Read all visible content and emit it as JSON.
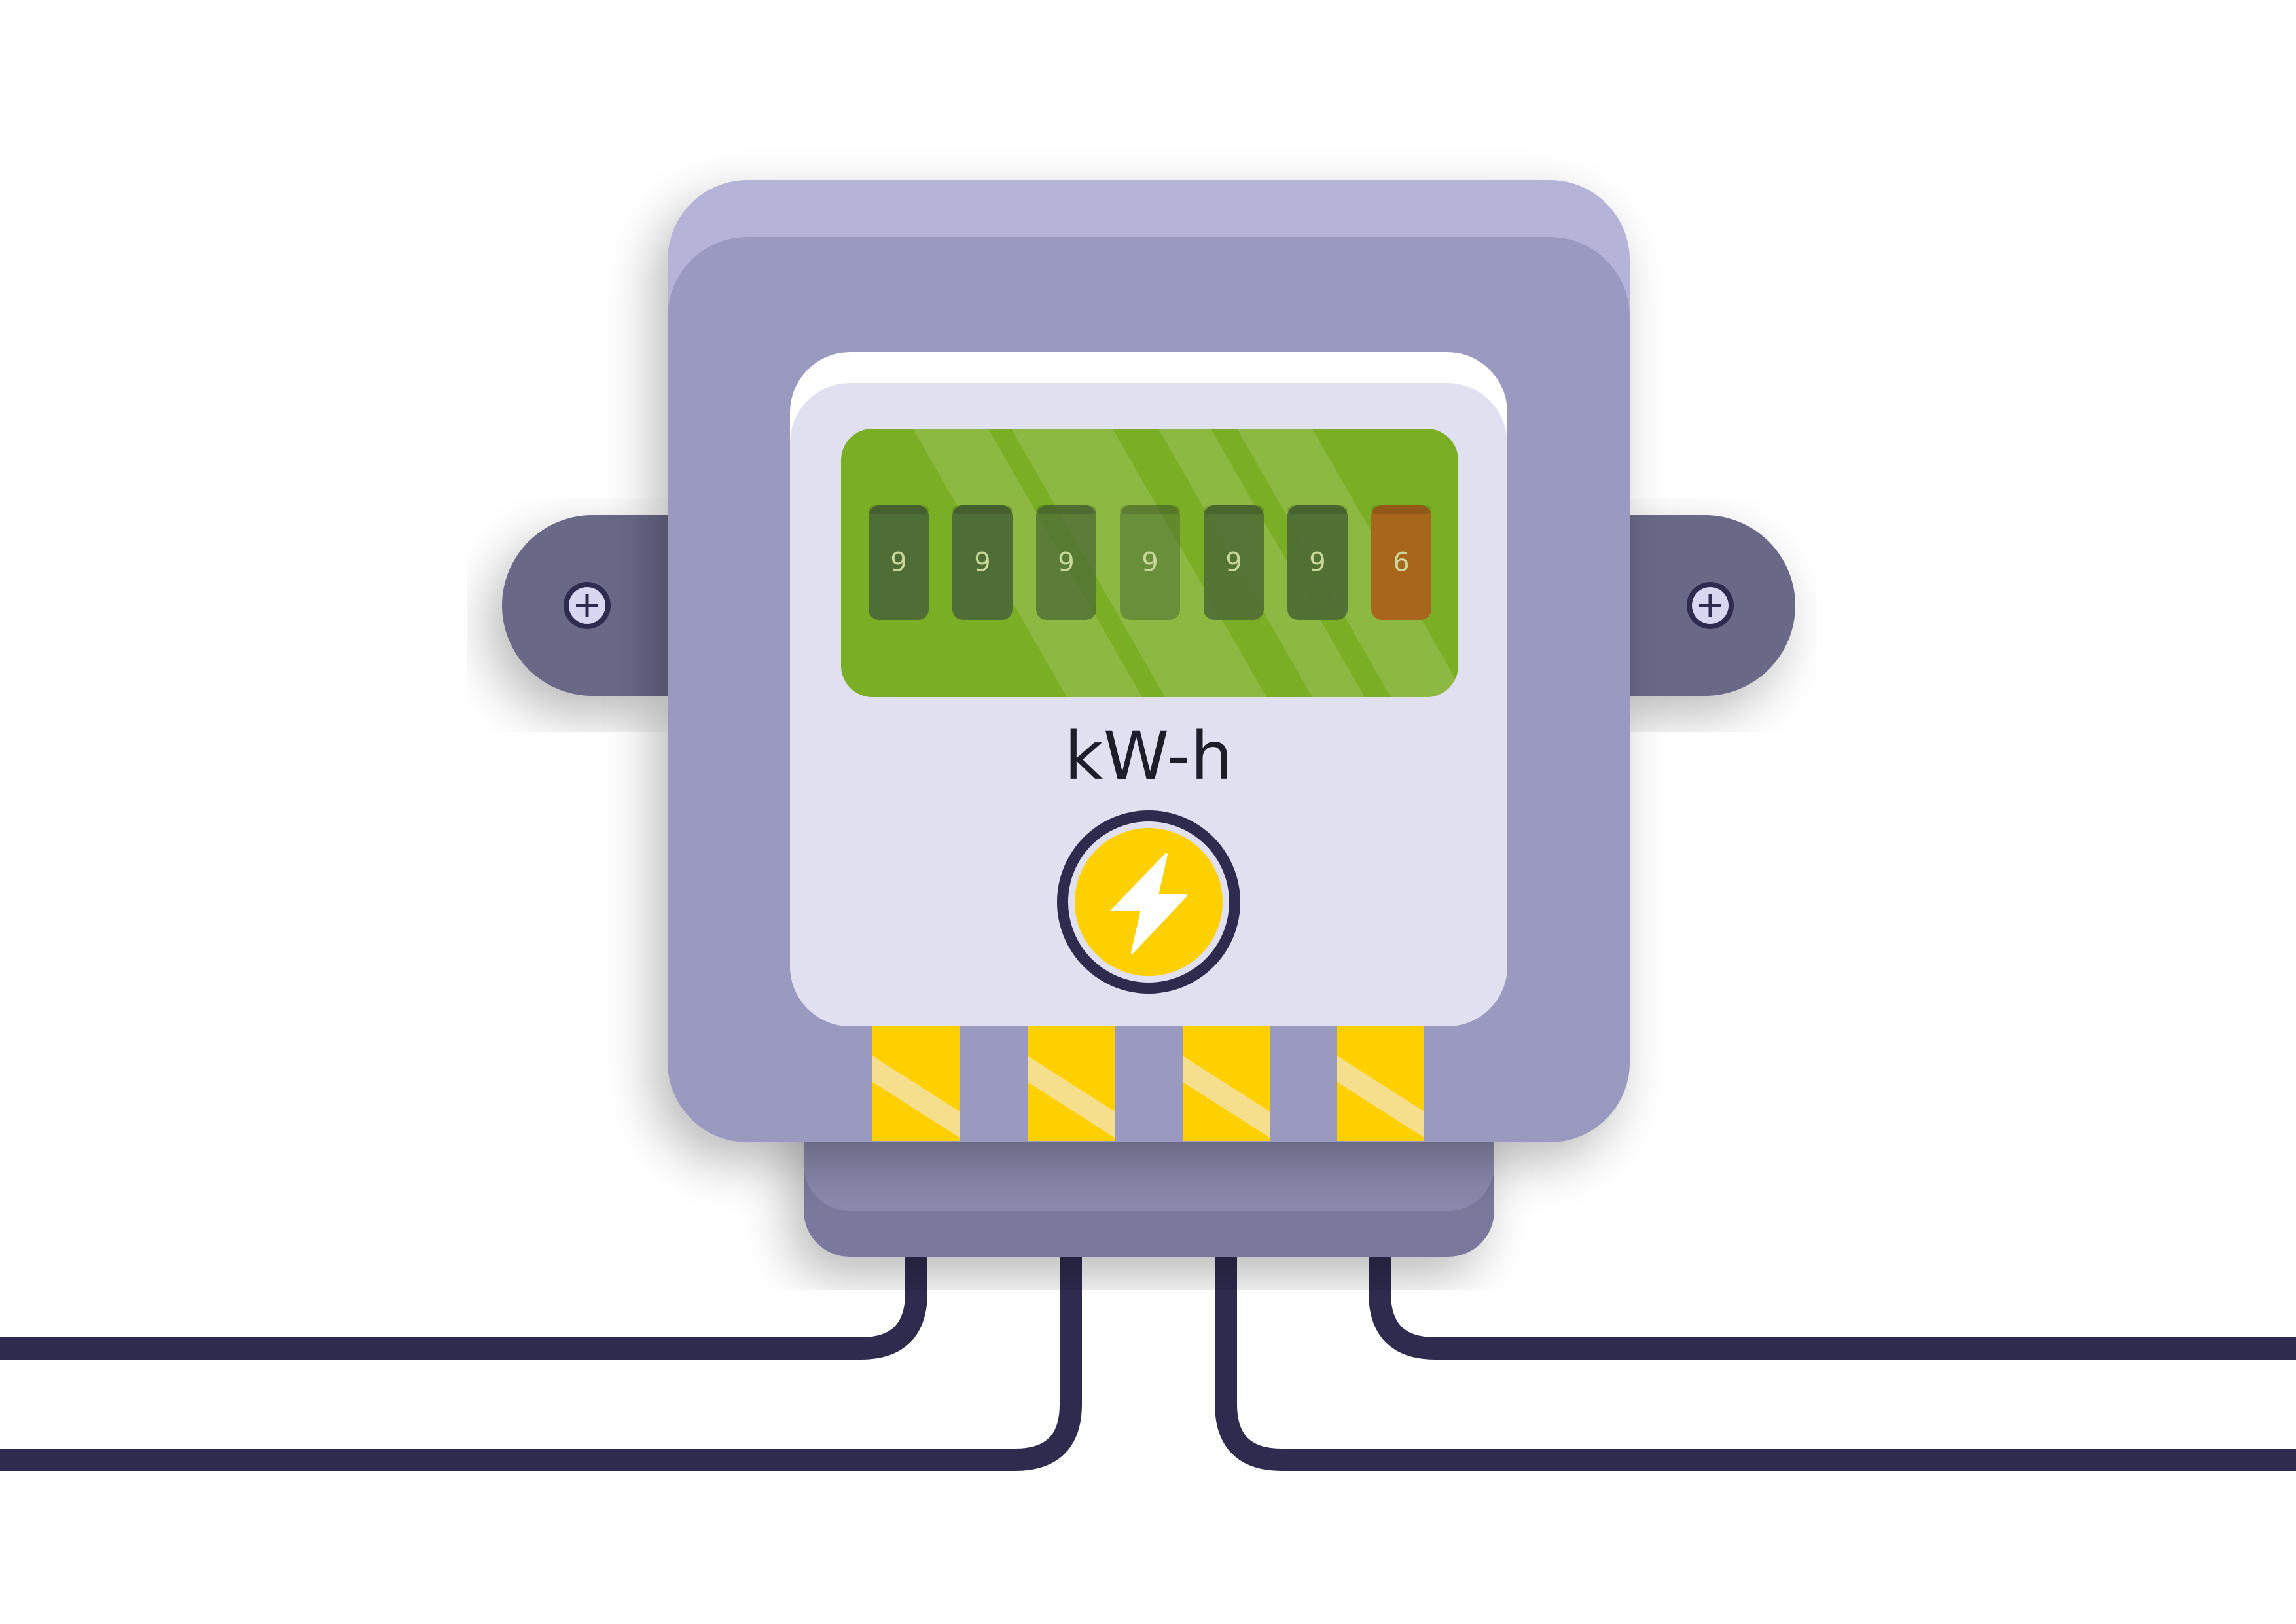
{
  "meter": {
    "unit_label": "kW-h",
    "digits": [
      "9",
      "9",
      "9",
      "9",
      "9",
      "9",
      "6"
    ],
    "bolt_icon": "lightning-bolt-icon",
    "screw_icon": "plus-screw-icon"
  },
  "colors": {
    "background": "#ffffff",
    "body": "#9a9ac0",
    "body_top": "#b6b3d8",
    "mount_ears": "#696787",
    "base": "#7a799d",
    "face": "#e1e0f1",
    "display": "#7aae24",
    "digit_dark": "#4f6e35",
    "digit_last": "#a8661c",
    "digit_text": "#c9d89a",
    "bolt_circle": "#ffd000",
    "terminal": "#ffd000",
    "terminal_stripe": "#f5df8c",
    "wire": "#2e2b4f"
  }
}
